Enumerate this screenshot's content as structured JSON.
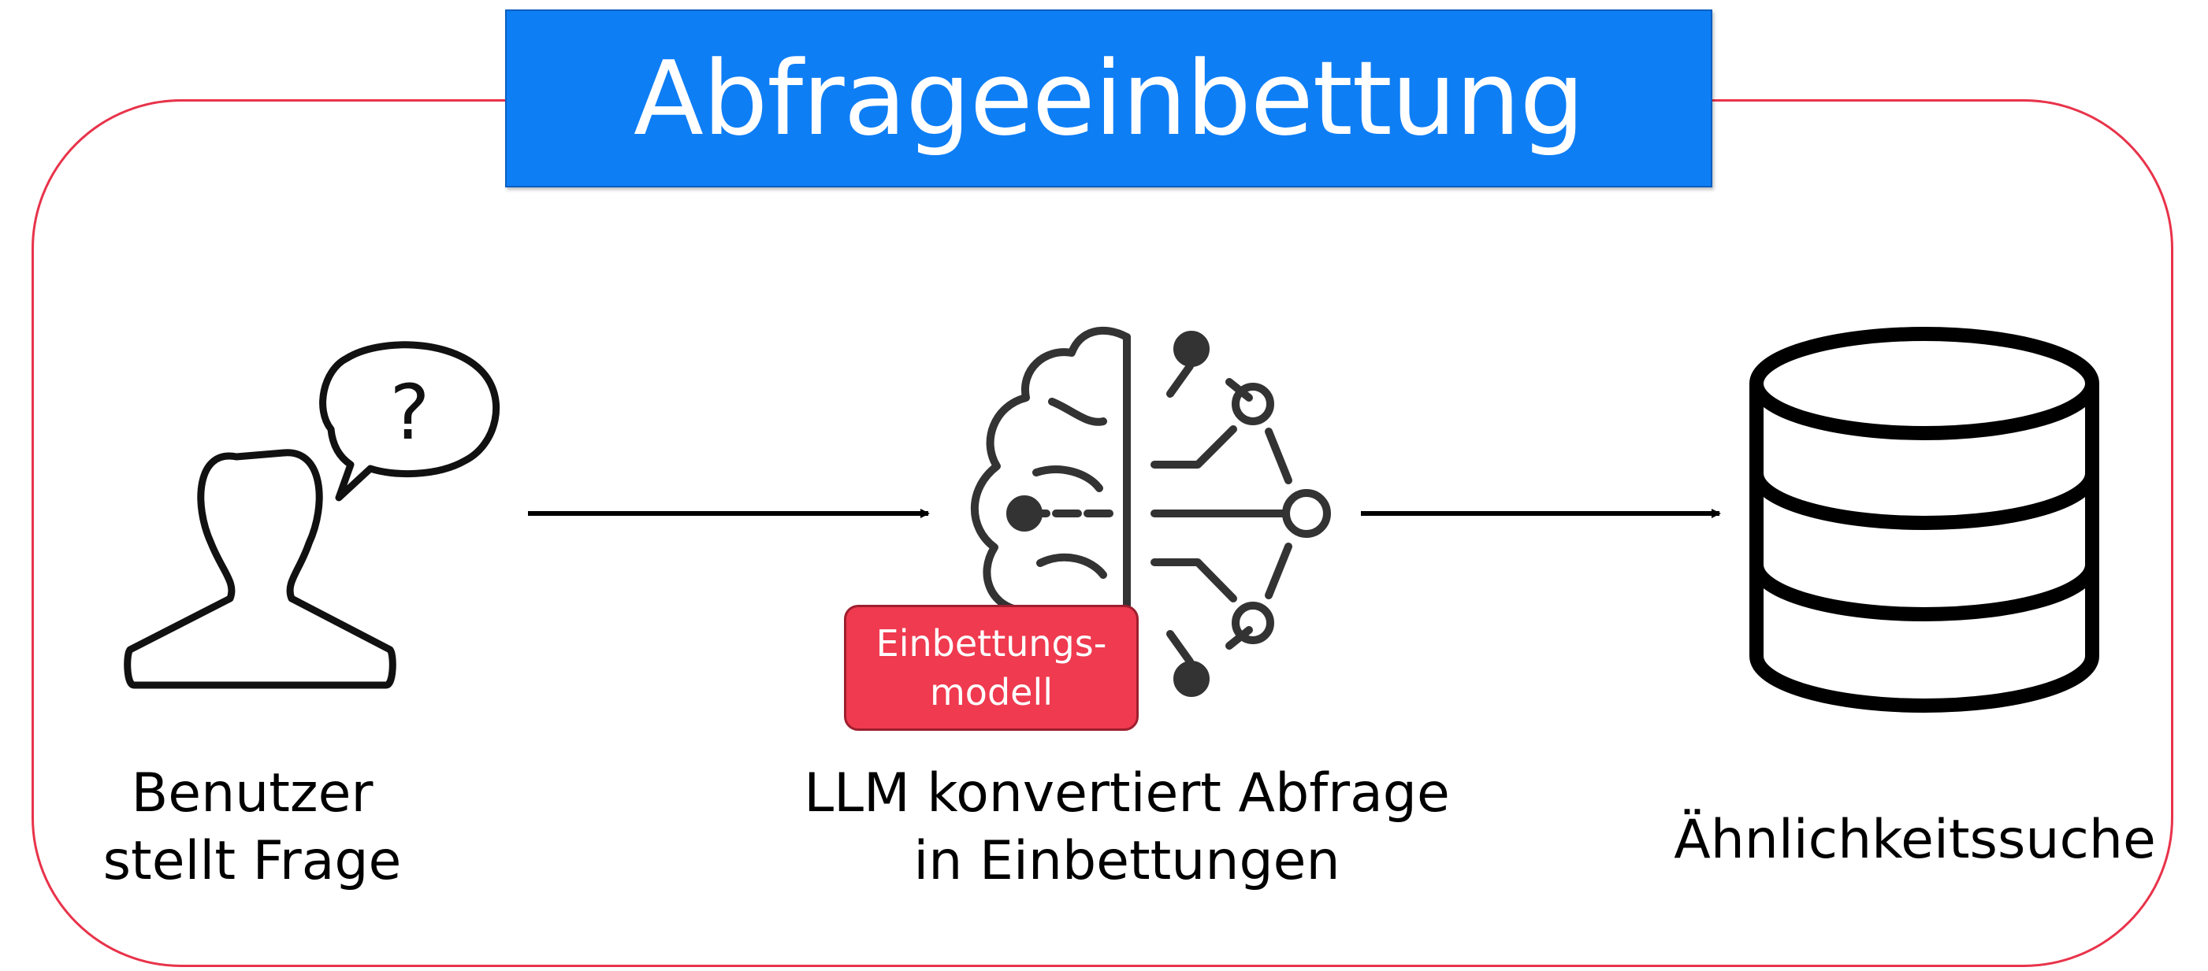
{
  "title": "Abfrageeinbettung",
  "steps": {
    "user": {
      "label": "Benutzer\nstellt Frage",
      "icon": "user-question-icon"
    },
    "llm": {
      "label": "LLM konvertiert Abfrage\nin Einbettungen",
      "icon": "brain-circuit-icon",
      "badge": "Einbettungs-\nmodell"
    },
    "search": {
      "label": "Ähnlichkeitssuche",
      "icon": "database-icon"
    }
  },
  "colors": {
    "title_bg": "#0e7ef5",
    "frame": "#e8334a",
    "badge_bg": "#ef3a4f"
  }
}
